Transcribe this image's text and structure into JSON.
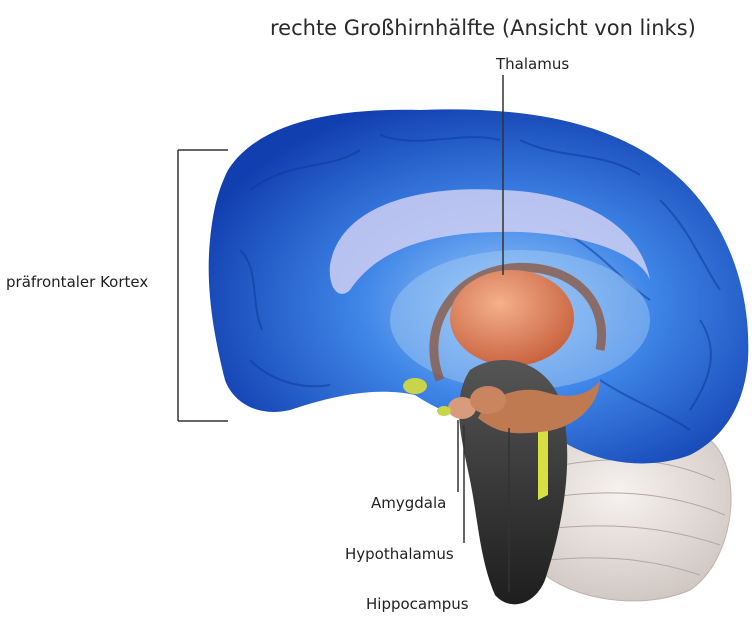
{
  "title": "rechte Großhirnhälfte (Ansicht von links)",
  "labels": {
    "thalamus": "Thalamus",
    "praefrontaler_kortex": "präfrontaler Kortex",
    "amygdala": "Amygdala",
    "hypothalamus": "Hypothalamus",
    "hippocampus": "Hippocampus"
  },
  "colors": {
    "cortex_blue": "#1f5fd8",
    "cortex_light": "#6fa8f0",
    "corpus_callosum": "#c8c8f0",
    "thalamus": "#e58f6a",
    "hippocampus": "#b8744f",
    "brainstem": "#3a3a3a",
    "fornix_highlight": "#d6e040",
    "cerebellum": "#e4dcd8",
    "leader_line": "#333333"
  }
}
